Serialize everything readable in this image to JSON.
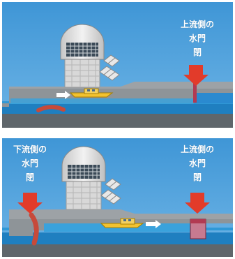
{
  "panels": [
    {
      "upstream_gate": {
        "line1": "上流側の",
        "line2": "水門",
        "state": "閉"
      }
    },
    {
      "downstream_gate": {
        "line1": "下流側の",
        "line2": "水門",
        "state": "閉"
      },
      "upstream_gate": {
        "line1": "上流側の",
        "line2": "水門",
        "state": "閉"
      }
    }
  ],
  "colors": {
    "sky": "#4a9fd9",
    "water": "#1f88c8",
    "structure": "#8f9497",
    "arrow": "#e23b2a",
    "boat": "#f2c230",
    "gate_top": "#b23a52",
    "gate_bottom": "#c77a90"
  },
  "icons": {
    "direction_arrow": "white-arrow-right",
    "closed_marker": "red-arrow-down"
  }
}
